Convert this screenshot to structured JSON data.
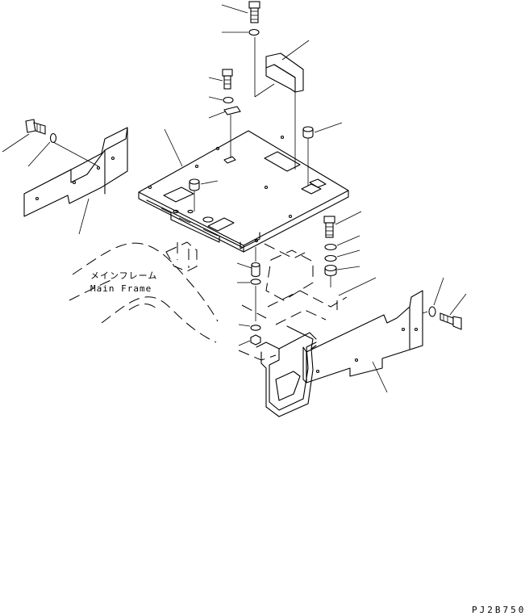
{
  "labels": {
    "main_frame_jp": "メインフレーム",
    "main_frame_en": "Main Frame",
    "drawing_code": "PJ2B750"
  }
}
